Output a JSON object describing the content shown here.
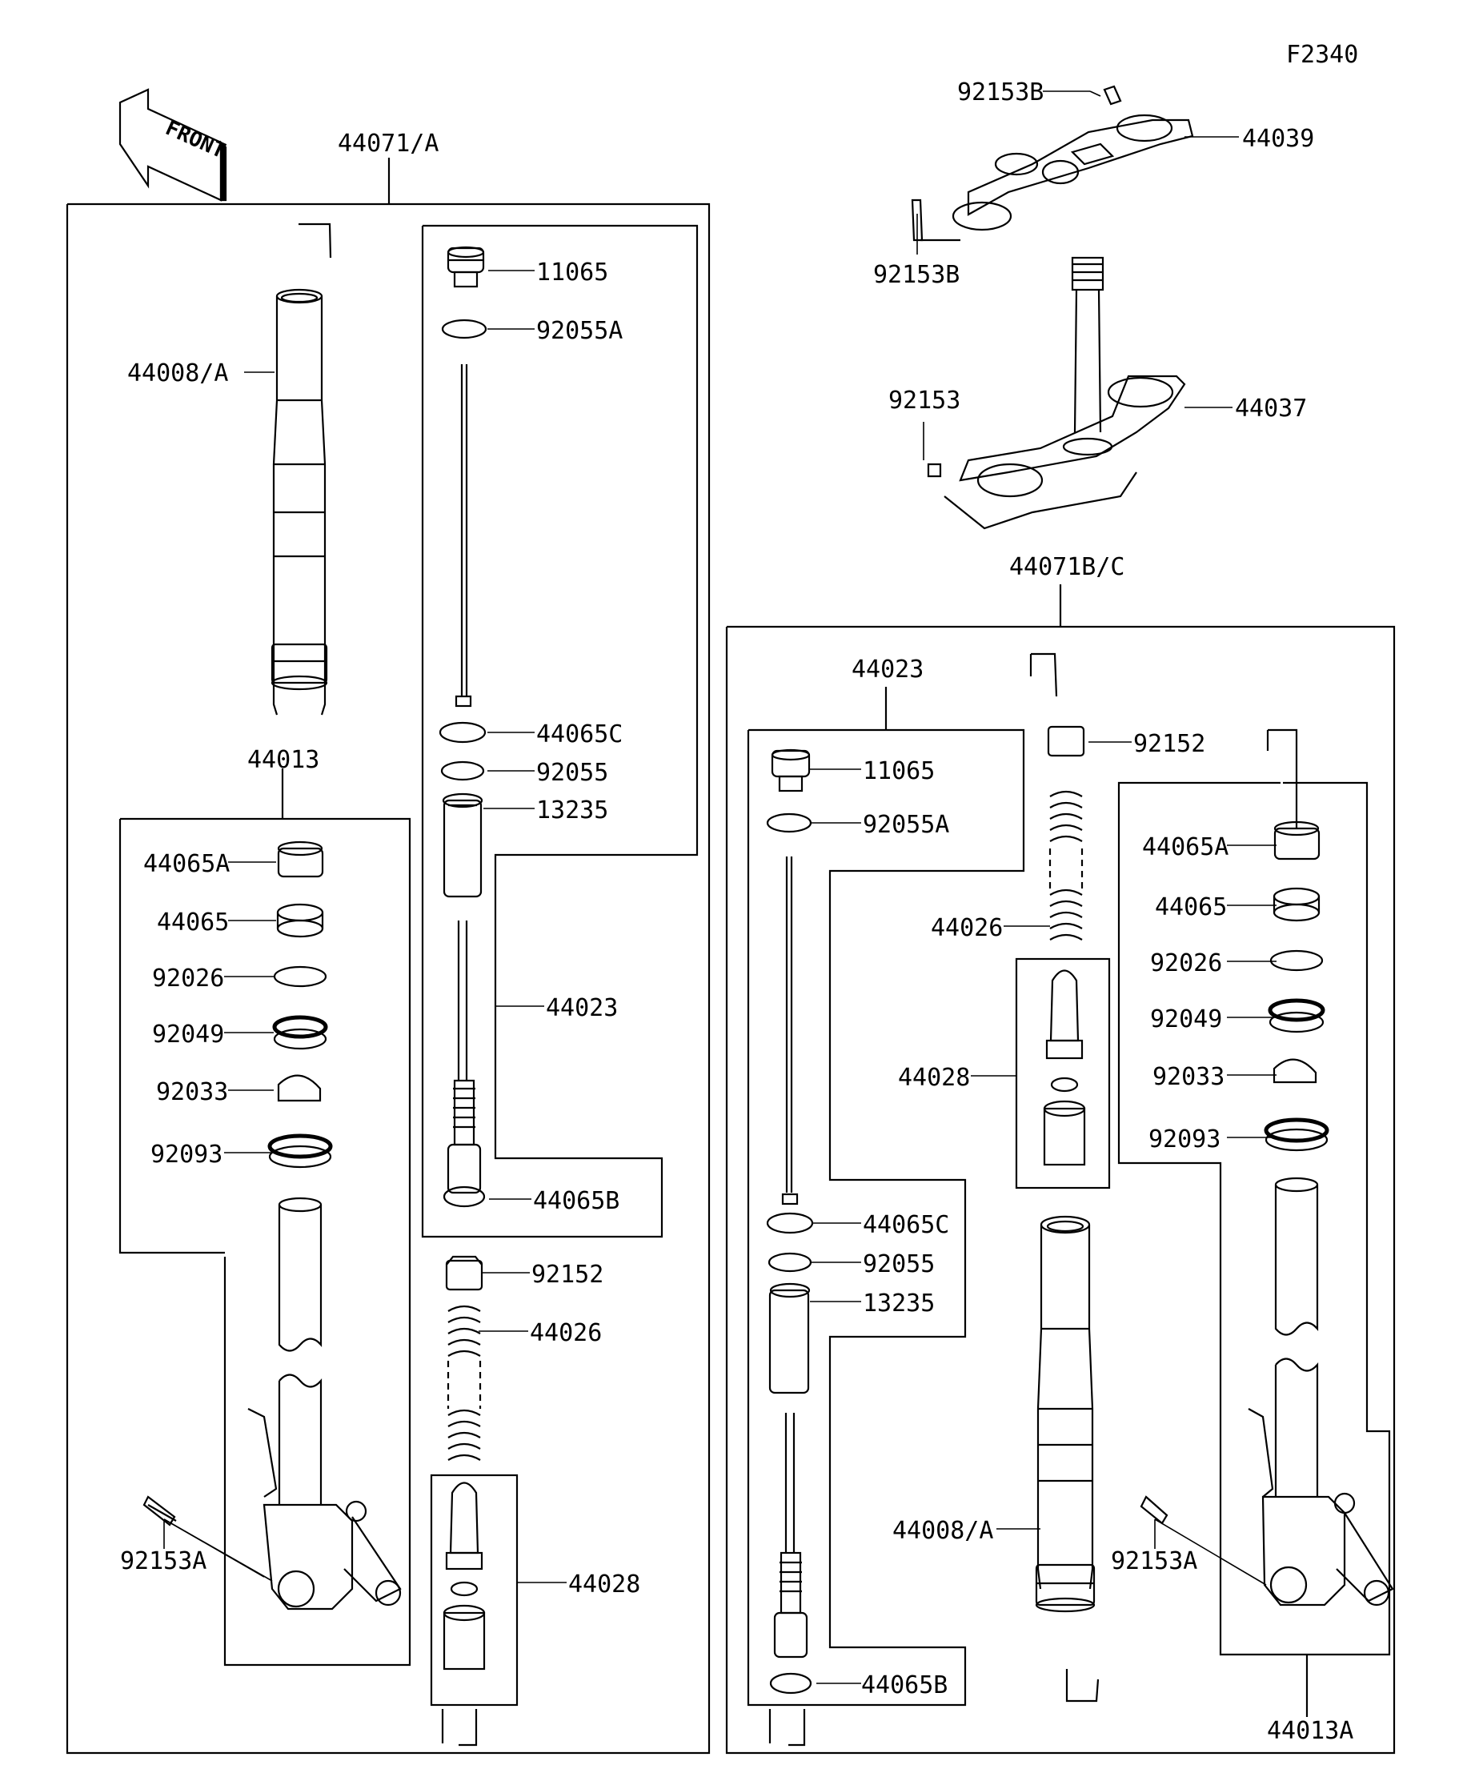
{
  "figure_code": "F2340",
  "front_label": "FRONT",
  "labels": {
    "l44071A": "44071/A",
    "l44071BC": "44071B/C",
    "l44008A_left": "44008/A",
    "l44008A_right": "44008/A",
    "l44013": "44013",
    "l44013A": "44013A",
    "l44023_left": "44023",
    "l44023_right": "44023",
    "l11065_left": "11065",
    "l11065_right": "11065",
    "l92055A_left": "92055A",
    "l92055A_right": "92055A",
    "l44065C_left": "44065C",
    "l44065C_right": "44065C",
    "l92055_left": "92055",
    "l92055_right": "92055",
    "l13235_left": "13235",
    "l13235_right": "13235",
    "l44065B_left": "44065B",
    "l44065B_right": "44065B",
    "l92152_left": "92152",
    "l92152_right": "92152",
    "l44026_left": "44026",
    "l44026_right": "44026",
    "l44028_left": "44028",
    "l44028_right": "44028",
    "l44065A_left": "44065A",
    "l44065A_right": "44065A",
    "l44065_left": "44065",
    "l44065_right": "44065",
    "l92026_left": "92026",
    "l92026_right": "92026",
    "l92049_left": "92049",
    "l92049_right": "92049",
    "l92033_left": "92033",
    "l92033_right": "92033",
    "l92093_left": "92093",
    "l92093_right": "92093",
    "l92153A_left": "92153A",
    "l92153A_right": "92153A",
    "l92153B_top": "92153B",
    "l92153B_mid": "92153B",
    "l44039": "44039",
    "l92153": "92153",
    "l44037": "44037"
  }
}
